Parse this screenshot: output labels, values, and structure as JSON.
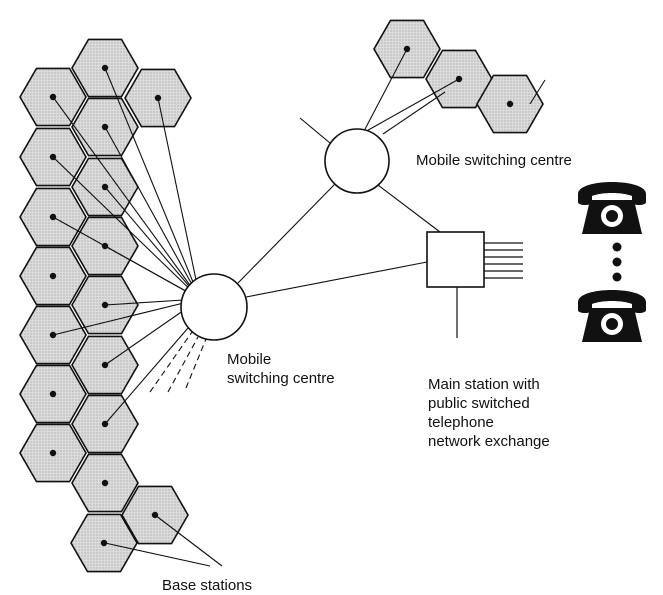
{
  "labels": {
    "msc_top": "Mobile switching centre",
    "msc_left_line1": "Mobile",
    "msc_left_line2": "switching centre",
    "main_station": [
      "Main station with",
      "public switched",
      "telephone",
      "network exchange"
    ],
    "base_stations": "Base stations"
  },
  "icons": [
    "telephone-icon",
    "ellipsis-dots-icon"
  ],
  "colors": {
    "cell_fill": "#d6d6d6",
    "stroke": "#111111",
    "background": "#ffffff"
  }
}
